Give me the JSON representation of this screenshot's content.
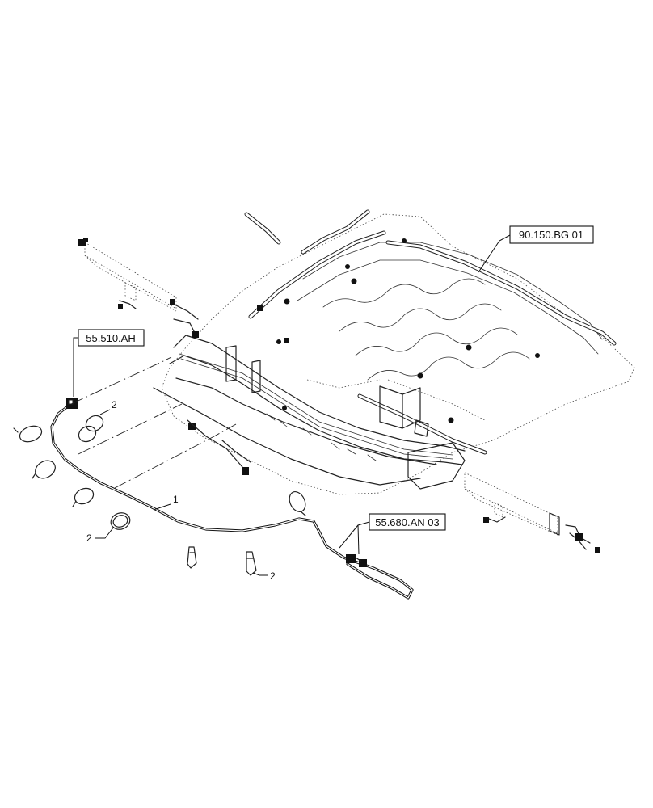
{
  "references": {
    "ref_frame": "90.150.BG 01",
    "ref_left": "55.510.AH",
    "ref_bottom": "55.680.AN 03"
  },
  "callouts": {
    "item1": "1",
    "item2_top": "2",
    "item2_left": "2",
    "item2_bottom": "2"
  }
}
